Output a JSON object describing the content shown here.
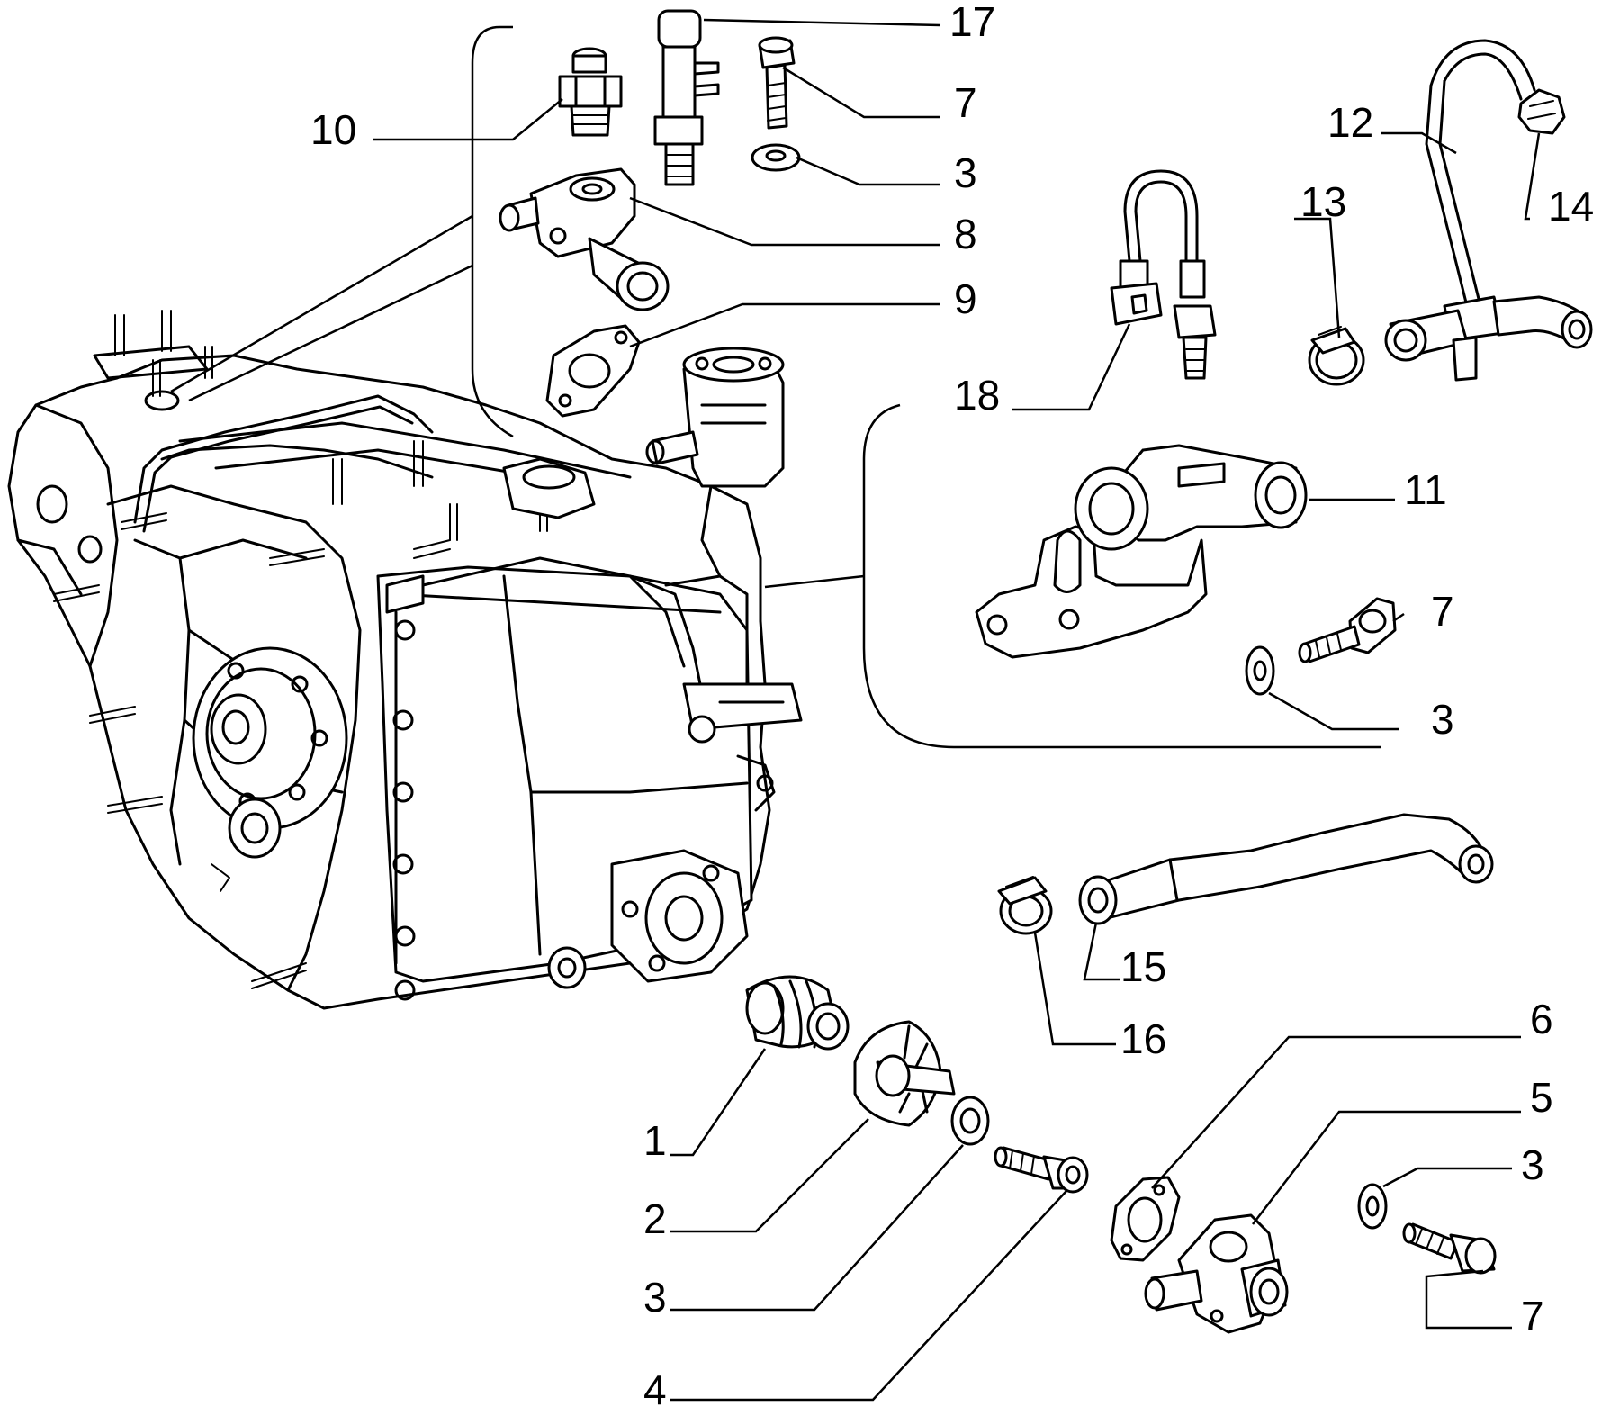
{
  "diagram": {
    "callouts": [
      {
        "id": "c17",
        "text": "17"
      },
      {
        "id": "c7a",
        "text": "7"
      },
      {
        "id": "c3a",
        "text": "3"
      },
      {
        "id": "c8",
        "text": "8"
      },
      {
        "id": "c9",
        "text": "9"
      },
      {
        "id": "c10",
        "text": "10"
      },
      {
        "id": "c12",
        "text": "12"
      },
      {
        "id": "c13",
        "text": "13"
      },
      {
        "id": "c14",
        "text": "14"
      },
      {
        "id": "c18",
        "text": "18"
      },
      {
        "id": "c11",
        "text": "11"
      },
      {
        "id": "c7b",
        "text": "7"
      },
      {
        "id": "c3b",
        "text": "3"
      },
      {
        "id": "c15",
        "text": "15"
      },
      {
        "id": "c16",
        "text": "16"
      },
      {
        "id": "c6",
        "text": "6"
      },
      {
        "id": "c5",
        "text": "5"
      },
      {
        "id": "c3c",
        "text": "3"
      },
      {
        "id": "c7c",
        "text": "7"
      },
      {
        "id": "c1",
        "text": "1"
      },
      {
        "id": "c2",
        "text": "2"
      },
      {
        "id": "c3d",
        "text": "3"
      },
      {
        "id": "c4",
        "text": "4"
      }
    ],
    "parts": [
      {
        "id": "gearbox-housing",
        "icon": "gearbox-housing-drawing"
      },
      {
        "id": "speedometer-drive-boot",
        "icon": "boot-drawing"
      },
      {
        "id": "drive-gear",
        "icon": "gear-drawing"
      },
      {
        "id": "washer",
        "icon": "washer-drawing"
      },
      {
        "id": "screw",
        "icon": "screw-drawing"
      },
      {
        "id": "water-outlet",
        "icon": "outlet-drawing"
      },
      {
        "id": "gasket",
        "icon": "gasket-drawing"
      },
      {
        "id": "bolt",
        "icon": "bolt-drawing"
      },
      {
        "id": "thermostat-housing",
        "icon": "housing-drawing"
      },
      {
        "id": "temperature-switch",
        "icon": "switch-drawing"
      },
      {
        "id": "coolant-pipe-bracket",
        "icon": "pipe-bracket-drawing"
      },
      {
        "id": "coolant-hose-y",
        "icon": "hose-drawing"
      },
      {
        "id": "hose-clamp",
        "icon": "clamp-drawing"
      },
      {
        "id": "clip",
        "icon": "clip-drawing"
      },
      {
        "id": "coolant-hose",
        "icon": "hose-drawing"
      },
      {
        "id": "bleed-valve",
        "icon": "valve-drawing"
      },
      {
        "id": "sensor-wiring",
        "icon": "sensor-drawing"
      }
    ]
  }
}
